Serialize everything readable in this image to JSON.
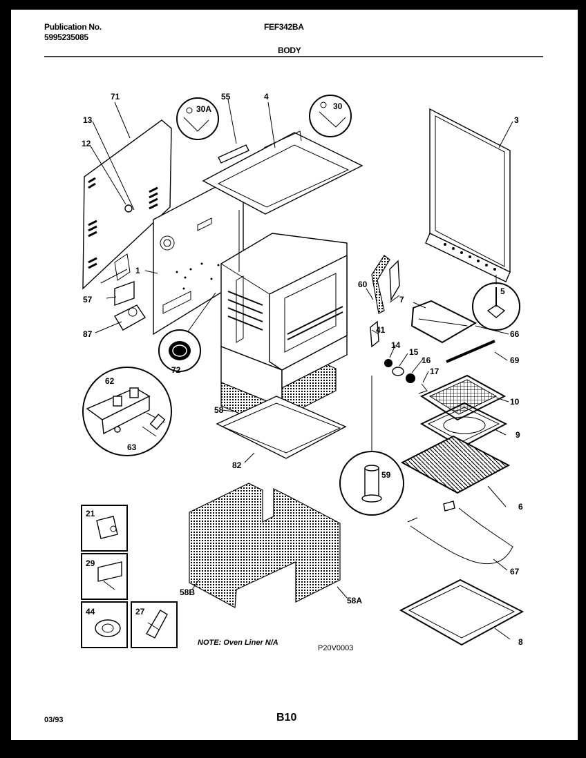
{
  "header": {
    "publication_label": "Publication No.",
    "publication_number": "5995235085",
    "model": "FEF342BA",
    "section": "BODY"
  },
  "footer": {
    "date": "03/93",
    "page": "B10"
  },
  "note": "NOTE: Oven Liner N/A",
  "drawing_code": "P20V0003",
  "callouts": {
    "c71": "71",
    "c13": "13",
    "c12": "12",
    "c1": "1",
    "c57": "57",
    "c87": "87",
    "c72": "72",
    "c30a": "30A",
    "c55": "55",
    "c4": "4",
    "c30": "30",
    "c3": "3",
    "c5": "5",
    "c60": "60",
    "c7": "7",
    "c41": "41",
    "c66": "66",
    "c14": "14",
    "c15": "15",
    "c16": "16",
    "c17": "17",
    "c69": "69",
    "c10": "10",
    "c9": "9",
    "c6": "6",
    "c62": "62",
    "c63": "63",
    "c58": "58",
    "c82": "82",
    "c59": "59",
    "c21": "21",
    "c29": "29",
    "c44": "44",
    "c27": "27",
    "c58b": "58B",
    "c58a": "58A",
    "c67": "67",
    "c8": "8"
  }
}
